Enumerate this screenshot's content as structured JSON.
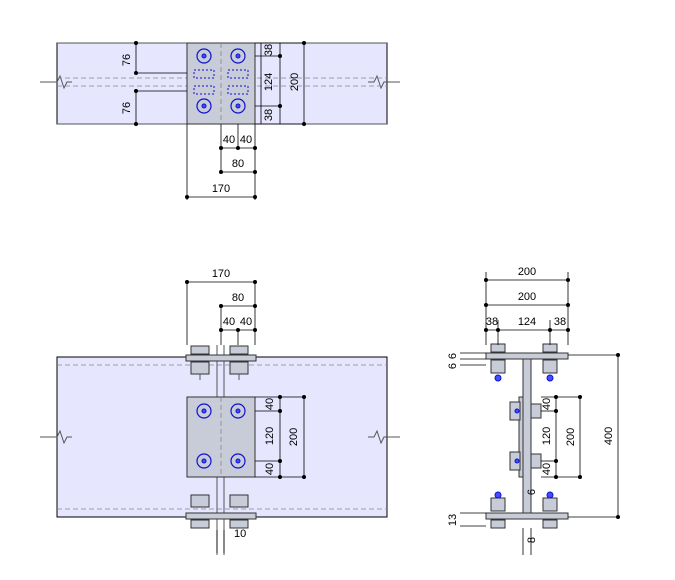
{
  "top_view": {
    "dims_left": [
      "76",
      "76"
    ],
    "dims_right_small": [
      "38",
      "124",
      "38"
    ],
    "dim_right_total": "200",
    "dims_bottom": [
      "40",
      "40",
      "80",
      "170"
    ]
  },
  "side_view": {
    "dims_top": [
      "170",
      "80",
      "40",
      "40"
    ],
    "dims_right_small": [
      "40",
      "120",
      "40"
    ],
    "dim_right_total": "200",
    "dim_bottom": "10"
  },
  "section_view": {
    "dims_top": [
      "200",
      "200",
      "38",
      "124",
      "38"
    ],
    "dims_left": [
      "6",
      "6",
      "13"
    ],
    "dims_right": [
      "40",
      "120",
      "40",
      "200",
      "400"
    ],
    "dim_web": "6",
    "dim_web_bottom": "8"
  }
}
